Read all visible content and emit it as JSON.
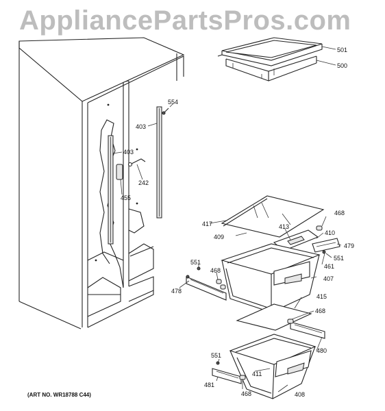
{
  "watermark": "AppliancePartsPros.com",
  "art_number": "(ART NO. WR18788 C44)",
  "callouts": {
    "p501": "501",
    "p500": "500",
    "p554": "554",
    "p403a": "403",
    "p403b": "403",
    "p242": "242",
    "p455": "455",
    "p468a": "468",
    "p417": "417",
    "p413": "413",
    "p410": "410",
    "p409": "409",
    "p479": "479",
    "p551a": "551",
    "p551b": "551",
    "p461": "461",
    "p468b": "468",
    "p407": "407",
    "p478": "478",
    "p415": "415",
    "p468c": "468",
    "p480": "480",
    "p551c": "551",
    "p411": "411",
    "p481": "481",
    "p468d": "468",
    "p408": "408"
  }
}
